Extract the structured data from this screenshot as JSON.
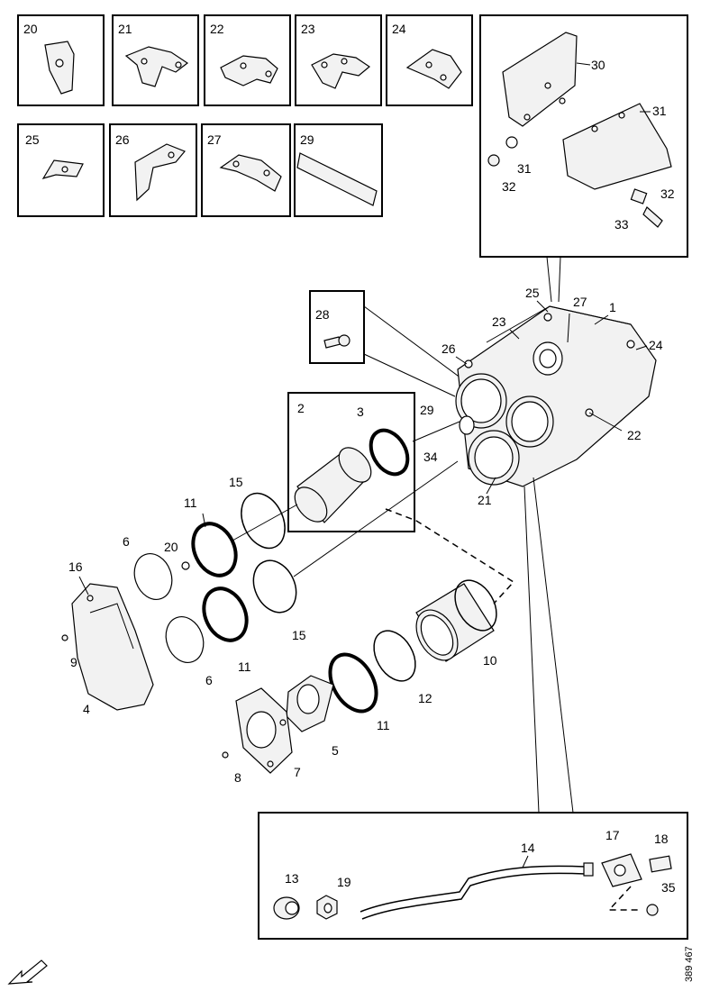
{
  "labels": {
    "l20": "20",
    "l21": "21",
    "l22": "22",
    "l23": "23",
    "l24": "24",
    "l25": "25",
    "l26": "26",
    "l27": "27",
    "l29": "29",
    "l30": "30",
    "l31a": "31",
    "l31b": "31",
    "l32a": "32",
    "l32b": "32",
    "l33": "33",
    "l28": "28",
    "m25": "25",
    "m27": "27",
    "m1": "1",
    "m23": "23",
    "m26": "26",
    "m24": "24",
    "m2": "2",
    "m3": "3",
    "m29": "29",
    "m34": "34",
    "m22": "22",
    "m21": "21",
    "m15a": "15",
    "m11a": "11",
    "m6a": "6",
    "m20": "20",
    "m16": "16",
    "m9": "9",
    "m15b": "15",
    "m11b": "11",
    "m6b": "6",
    "m4": "4",
    "m10": "10",
    "m12": "12",
    "m11c": "11",
    "m5": "5",
    "m7": "7",
    "m8": "8",
    "m14": "14",
    "m17": "17",
    "m18": "18",
    "m13": "13",
    "m19": "19",
    "m35": "35"
  },
  "figure_id": "389 467"
}
